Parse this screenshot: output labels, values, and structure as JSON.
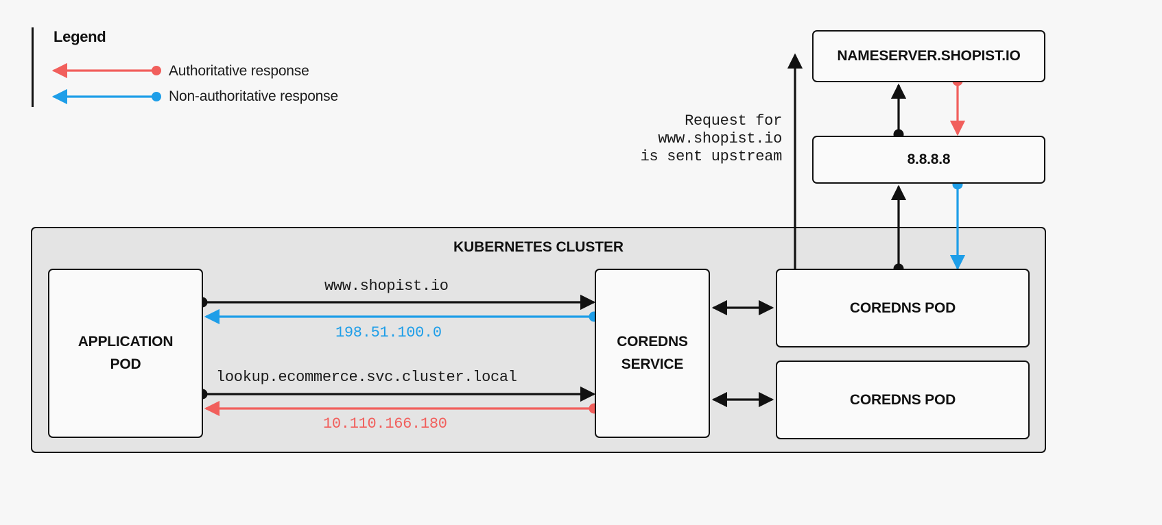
{
  "legend": {
    "title": "Legend",
    "items": [
      {
        "label": "Authoritative response",
        "color": "#f15f5c",
        "icon": "left-arrow-red"
      },
      {
        "label": "Non-authoritative response",
        "color": "#1e9ee8",
        "icon": "left-arrow-blue"
      }
    ]
  },
  "cluster": {
    "title": "KUBERNETES CLUSTER",
    "background": "#e4e4e4"
  },
  "nodes": {
    "app_pod": "APPLICATION\nPOD",
    "coredns_service": "COREDNS\nSERVICE",
    "coredns_pod_1": "COREDNS POD",
    "coredns_pod_2": "COREDNS POD",
    "nameserver": "NAMESERVER.SHOPIST.IO",
    "resolver": "8.8.8.8"
  },
  "flows": {
    "upstream_note": "Request for\nwww.shopist.io\nis sent upstream",
    "query_external": "www.shopist.io",
    "response_nonauthoritative": "198.51.100.0",
    "query_internal": "lookup.ecommerce.svc.cluster.local",
    "response_authoritative": "10.110.166.180"
  },
  "colors": {
    "authoritative": "#f15f5c",
    "non_authoritative": "#1e9ee8",
    "stroke": "#111111",
    "cluster_fill": "#e4e4e4",
    "box_fill": "#fafafa",
    "page_bg": "#f7f7f7"
  }
}
